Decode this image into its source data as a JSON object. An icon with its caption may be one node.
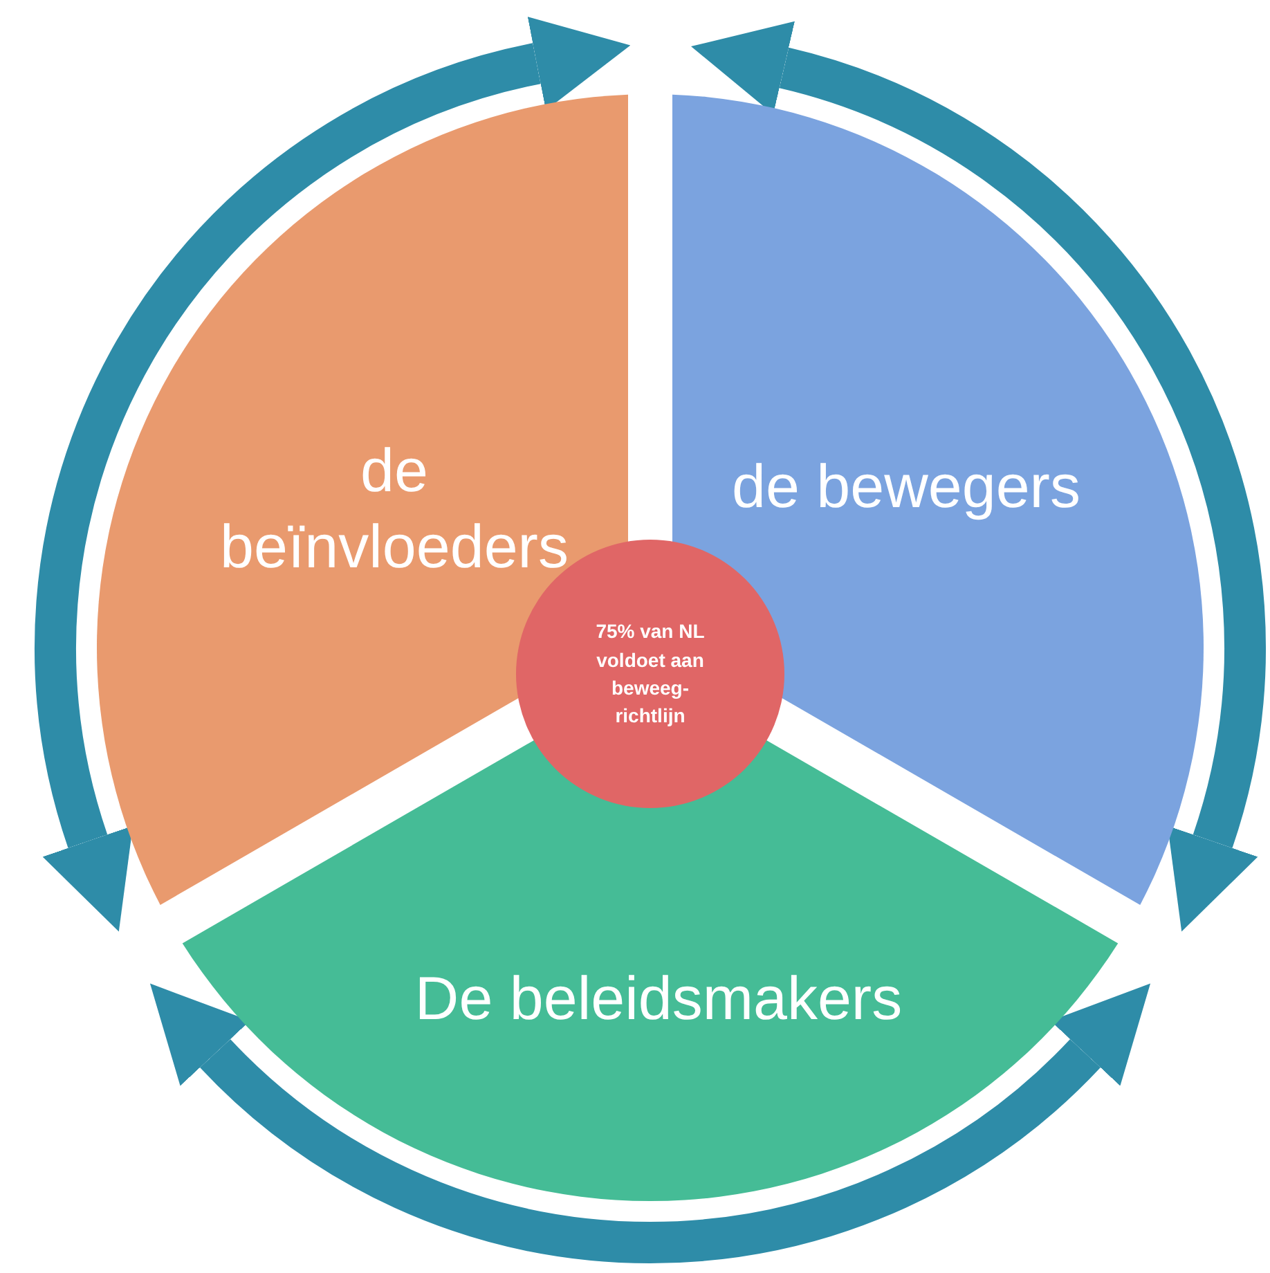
{
  "diagram": {
    "nodes": [
      {
        "text": [
          "de beïnvloeders"
        ]
      },
      {
        "text": [
          "de bewegers"
        ]
      },
      {
        "text": [
          "De beleidsmakers"
        ]
      },
      {
        "text": [
          "75% van NL voldoet aan beweeg-richtlijn"
        ]
      }
    ]
  }
}
